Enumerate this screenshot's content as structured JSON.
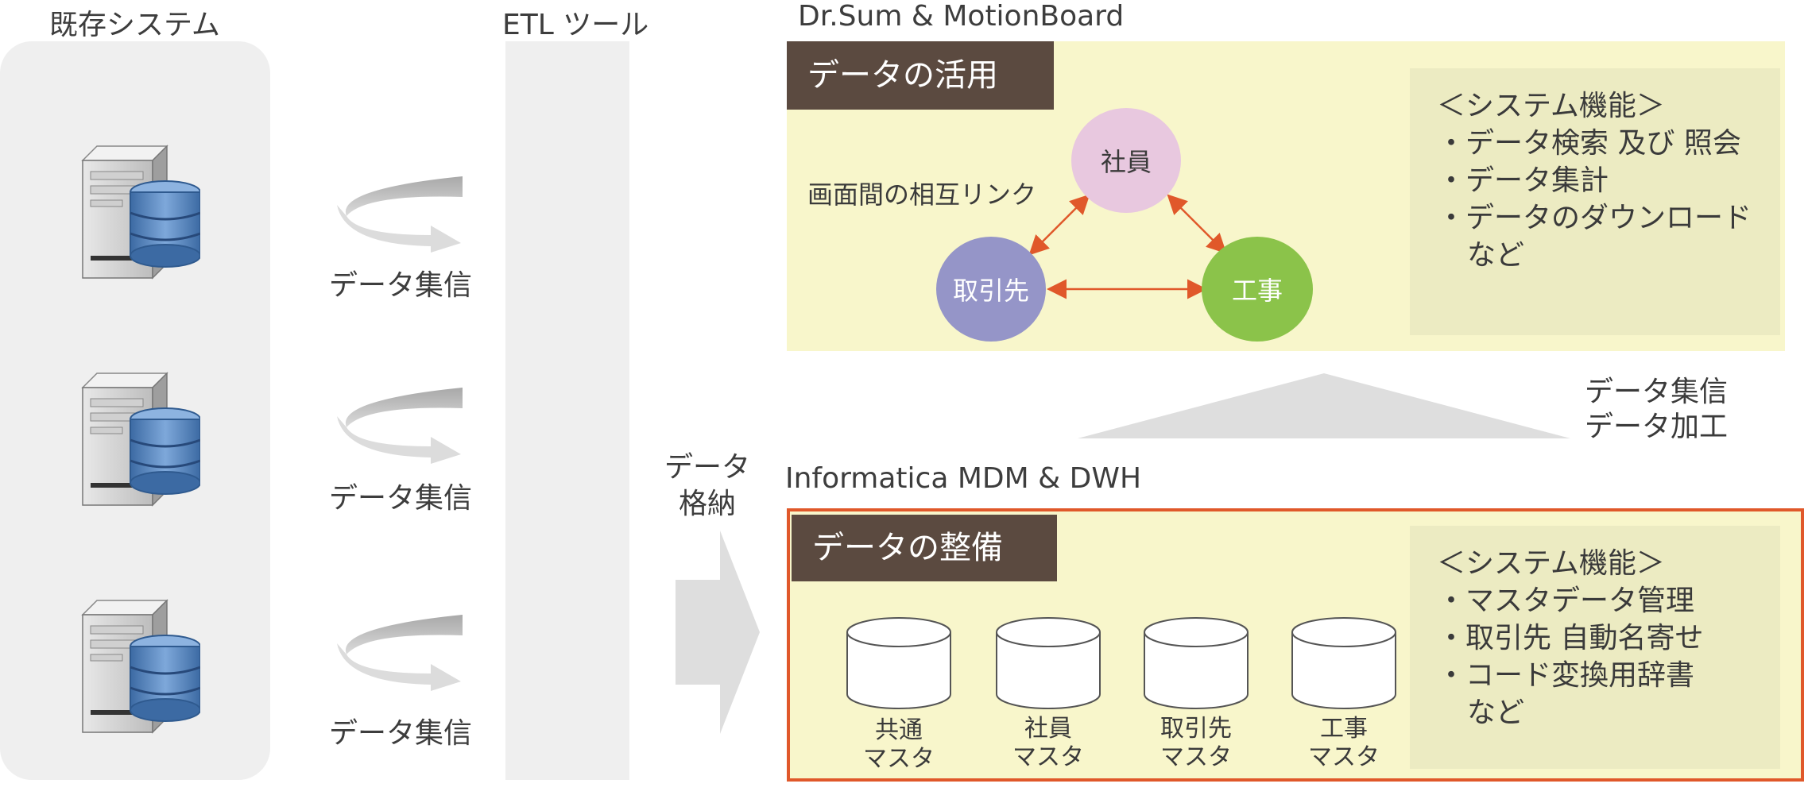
{
  "columns": {
    "legacy": "既存システム",
    "etl": "ETL ツール",
    "drsum": "Dr.Sum & MotionBoard",
    "informatica": "Informatica MDM & DWH"
  },
  "collect_labels": [
    "データ集信",
    "データ集信",
    "データ集信"
  ],
  "store_label": {
    "line1": "データ",
    "line2": "格納"
  },
  "top_panel": {
    "header": "データの活用",
    "link_caption": "画面間の相互リンク",
    "nodes": {
      "employee": "社員",
      "client": "取引先",
      "construction": "工事"
    },
    "functions": [
      "＜システム機能＞",
      "・データ検索 及び 照会",
      "・データ集計",
      "・データのダウンロード"
    ],
    "functions_tail": "など"
  },
  "process_label": {
    "line1": "データ集信",
    "line2": "データ加工"
  },
  "bottom_panel": {
    "header": "データの整備",
    "masters": [
      {
        "line1": "共通",
        "line2": "マスタ"
      },
      {
        "line1": "社員",
        "line2": "マスタ"
      },
      {
        "line1": "取引先",
        "line2": "マスタ"
      },
      {
        "line1": "工事",
        "line2": "マスタ"
      }
    ],
    "functions": [
      "＜システム機能＞",
      "・マスタデータ管理",
      "・取引先 自動名寄せ",
      "・コード変換用辞書"
    ],
    "functions_tail": "など"
  },
  "colors": {
    "header_bg": "#5b4a40",
    "panel_bg": "#f8f6cb",
    "function_bg": "#ecebc2",
    "highlight_border": "#e0582a",
    "link_arrow": "#e0582a",
    "node_employee": "#e8c8df",
    "node_client": "#9595c8",
    "node_construction": "#8bc34a",
    "db_blue": "#4f7fb8"
  },
  "icons": [
    "server-database-icon",
    "curved-arrow-icon",
    "block-arrow-icon",
    "cylinder-icon"
  ]
}
